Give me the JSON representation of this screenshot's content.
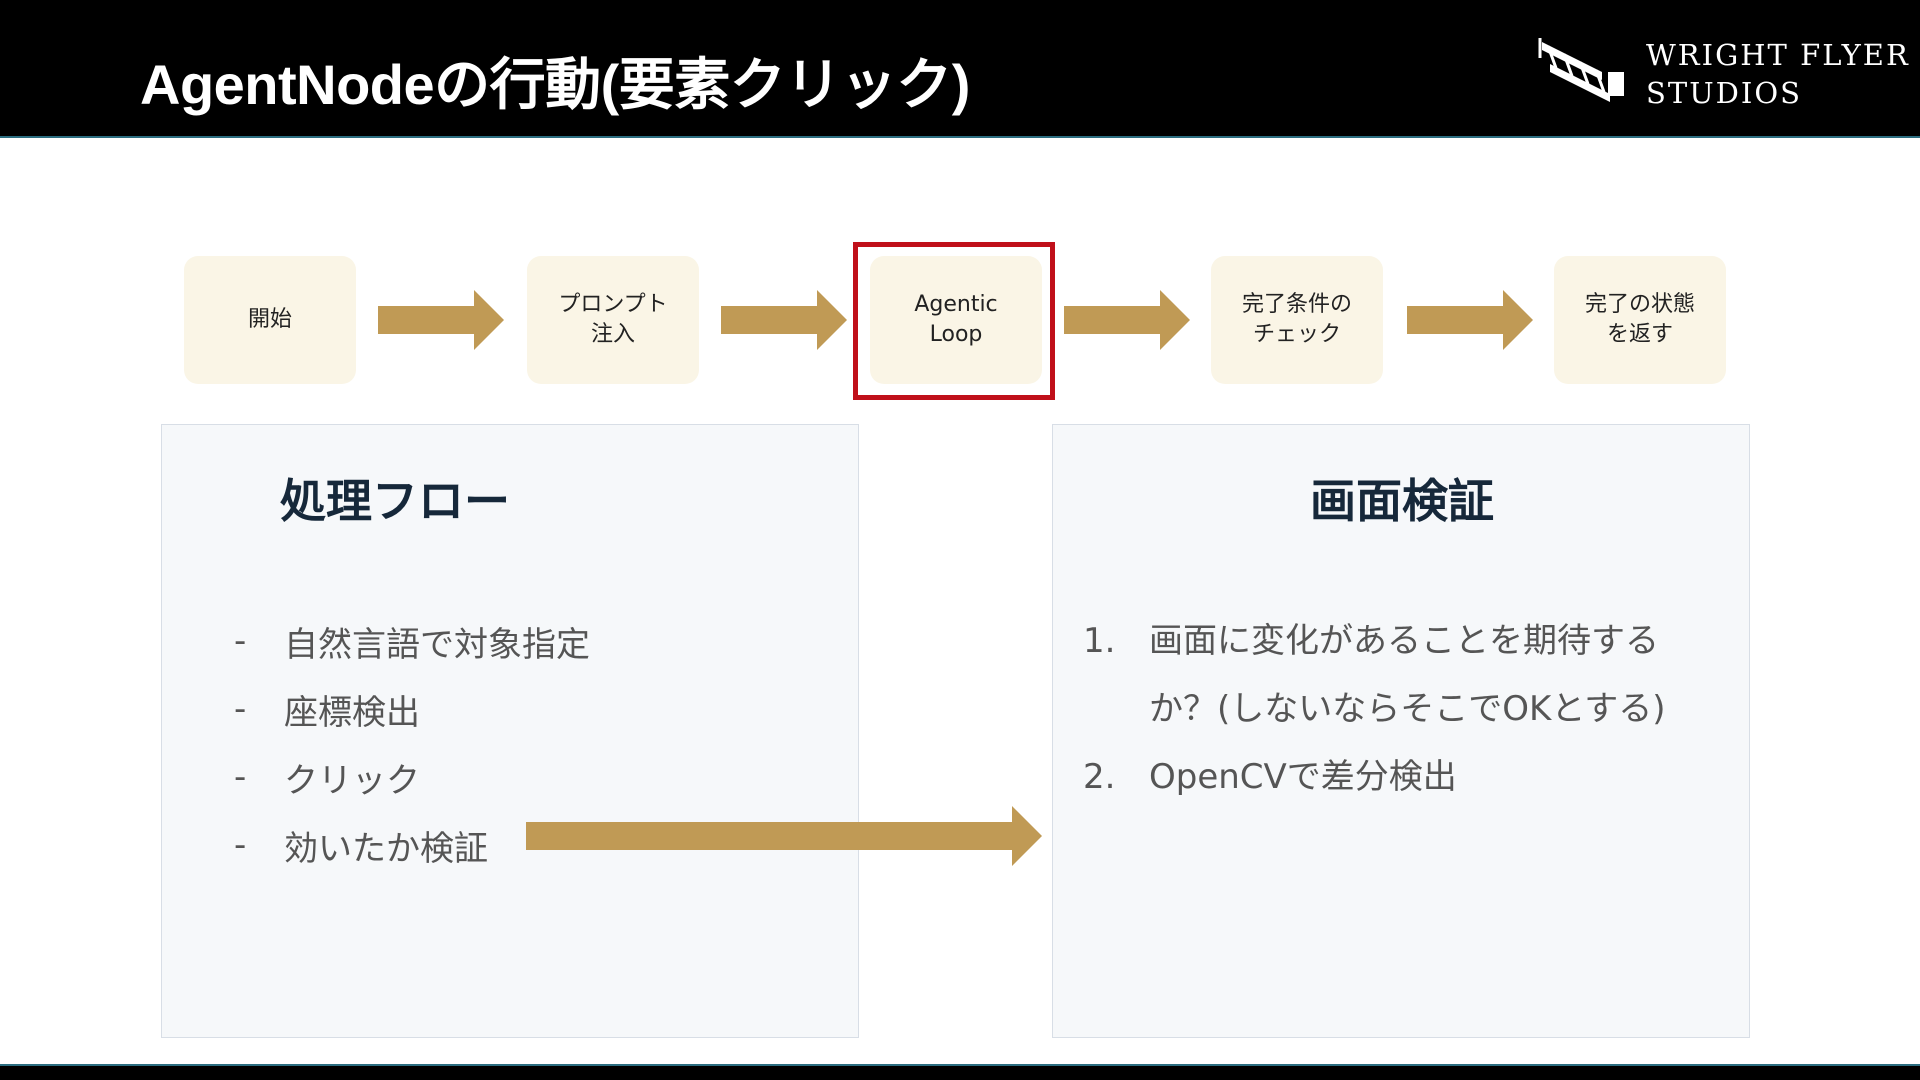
{
  "header": {
    "title": "AgentNodeの行動(要素クリック)",
    "logo_line1": "WRIGHT FLYER",
    "logo_line2": "STUDIOS",
    "logo_icon": "biplane-icon"
  },
  "flow": {
    "steps": [
      {
        "label": "開始"
      },
      {
        "label": "プロンプト\n注入"
      },
      {
        "label": "Agentic\nLoop",
        "highlighted": true
      },
      {
        "label": "完了条件の\nチェック"
      },
      {
        "label": "完了の状態\nを返す"
      }
    ],
    "arrow_color": "#c09a55",
    "box_color": "#faf5e6",
    "highlight_color": "#c0101a"
  },
  "left_panel": {
    "title": "処理フロー",
    "bullet": "-",
    "items": [
      "自然言語で対象指定",
      "座標検出",
      "クリック",
      "効いたか検証"
    ]
  },
  "right_panel": {
    "title": "画面検証",
    "items": [
      {
        "num": "1.",
        "text": "画面に変化があることを期待するか？(しないならそこでOKとする)"
      },
      {
        "num": "2.",
        "text": "OpenCVで差分検出"
      }
    ]
  }
}
